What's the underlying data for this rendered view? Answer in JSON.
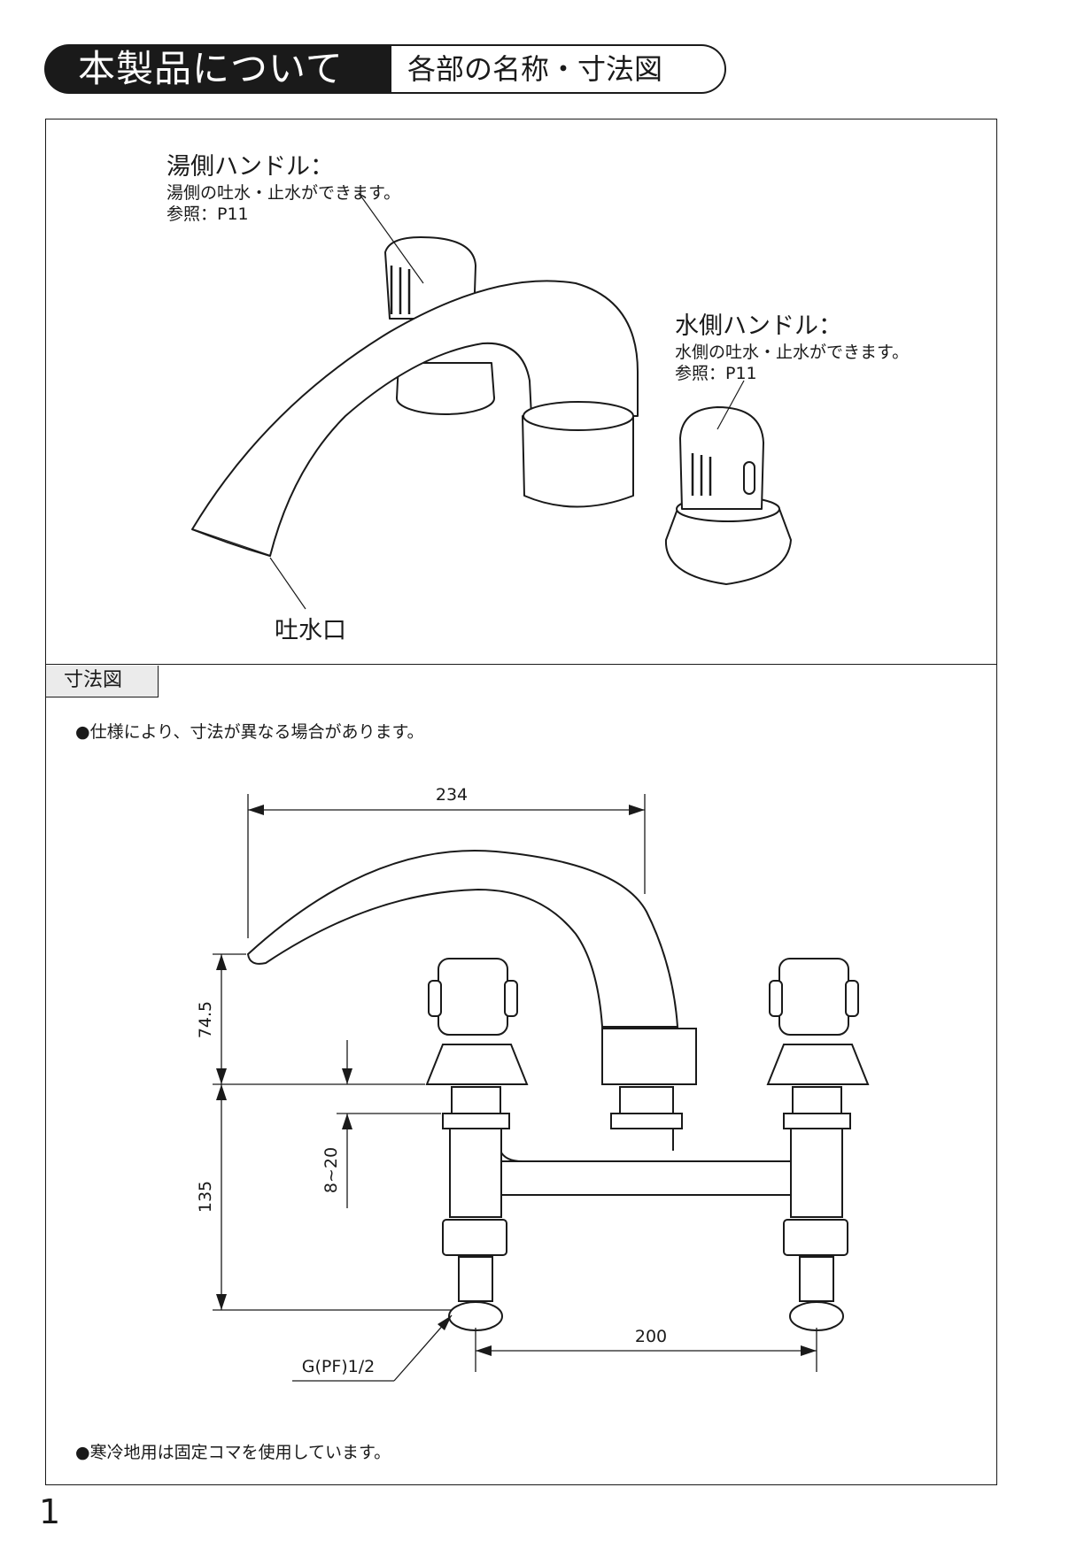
{
  "header": {
    "title": "本製品について",
    "section": "各部の名称・寸法図"
  },
  "parts": {
    "hot_handle": {
      "title": "湯側ハンドル：",
      "desc": "湯側の吐水・止水ができます。",
      "ref": "参照：P11"
    },
    "cold_handle": {
      "title": "水側ハンドル：",
      "desc": "水側の吐水・止水ができます。",
      "ref": "参照：P11"
    },
    "spout": {
      "title": "吐水口"
    }
  },
  "dimensions": {
    "tab_label": "寸法図",
    "note_top": "●仕様により、寸法が異なる場合があります。",
    "note_bottom": "●寒冷地用は固定コマを使用しています。",
    "values": {
      "spout_reach": "234",
      "spout_height": "74.5",
      "adjust_range": "8~20",
      "height": "135",
      "center_distance": "200",
      "thread": "G(PF)1/2"
    }
  },
  "page_number": "1"
}
